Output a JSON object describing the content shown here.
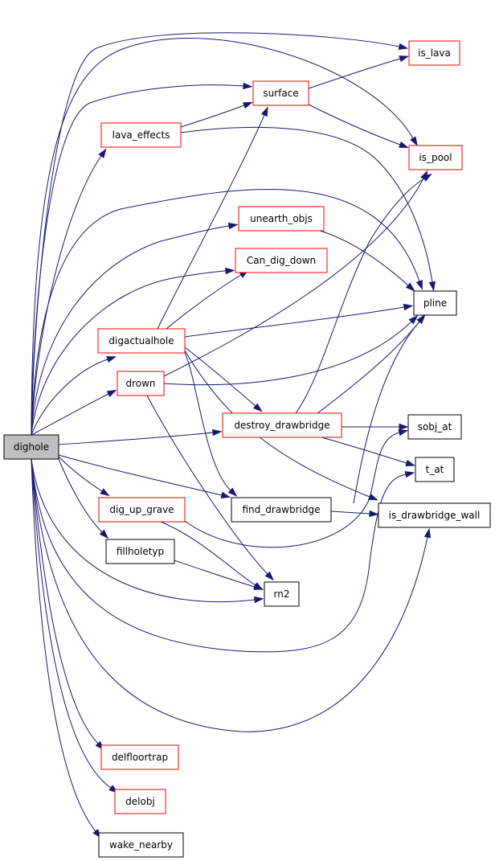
{
  "colors": {
    "edge": "#191970",
    "root_fill": "#bfbfbf",
    "root_border": "#000000",
    "red_border": "#ff0000",
    "black_border": "#000000",
    "node_fill": "#ffffff"
  },
  "nodes": [
    {
      "id": "dighole",
      "label": "dighole",
      "style": "root"
    },
    {
      "id": "is_lava",
      "label": "is_lava",
      "style": "red"
    },
    {
      "id": "surface",
      "label": "surface",
      "style": "red"
    },
    {
      "id": "lava_effects",
      "label": "lava_effects",
      "style": "red"
    },
    {
      "id": "is_pool",
      "label": "is_pool",
      "style": "red"
    },
    {
      "id": "unearth_objs",
      "label": "unearth_objs",
      "style": "red"
    },
    {
      "id": "Can_dig_down",
      "label": "Can_dig_down",
      "style": "red"
    },
    {
      "id": "pline",
      "label": "pline",
      "style": "black"
    },
    {
      "id": "digactualhole",
      "label": "digactualhole",
      "style": "red"
    },
    {
      "id": "drown",
      "label": "drown",
      "style": "red"
    },
    {
      "id": "destroy_drawbridge",
      "label": "destroy_drawbridge",
      "style": "red"
    },
    {
      "id": "sobj_at",
      "label": "sobj_at",
      "style": "black"
    },
    {
      "id": "t_at",
      "label": "t_at",
      "style": "black"
    },
    {
      "id": "dig_up_grave",
      "label": "dig_up_grave",
      "style": "red"
    },
    {
      "id": "find_drawbridge",
      "label": "find_drawbridge",
      "style": "black"
    },
    {
      "id": "is_drawbridge_wall",
      "label": "is_drawbridge_wall",
      "style": "black"
    },
    {
      "id": "fillholetyp",
      "label": "fillholetyp",
      "style": "black"
    },
    {
      "id": "rn2",
      "label": "rn2",
      "style": "black"
    },
    {
      "id": "delfloortrap",
      "label": "delfloortrap",
      "style": "red"
    },
    {
      "id": "delobj",
      "label": "delobj",
      "style": "red"
    },
    {
      "id": "wake_nearby",
      "label": "wake_nearby",
      "style": "black"
    }
  ],
  "edges": [
    {
      "from": "dighole",
      "to": "is_lava"
    },
    {
      "from": "dighole",
      "to": "surface"
    },
    {
      "from": "dighole",
      "to": "lava_effects"
    },
    {
      "from": "dighole",
      "to": "is_pool"
    },
    {
      "from": "dighole",
      "to": "pline"
    },
    {
      "from": "dighole",
      "to": "unearth_objs"
    },
    {
      "from": "dighole",
      "to": "Can_dig_down"
    },
    {
      "from": "dighole",
      "to": "digactualhole"
    },
    {
      "from": "dighole",
      "to": "drown"
    },
    {
      "from": "dighole",
      "to": "destroy_drawbridge"
    },
    {
      "from": "dighole",
      "to": "find_drawbridge"
    },
    {
      "from": "dighole",
      "to": "dig_up_grave"
    },
    {
      "from": "dighole",
      "to": "fillholetyp"
    },
    {
      "from": "dighole",
      "to": "rn2"
    },
    {
      "from": "dighole",
      "to": "t_at"
    },
    {
      "from": "dighole",
      "to": "is_drawbridge_wall"
    },
    {
      "from": "dighole",
      "to": "delfloortrap"
    },
    {
      "from": "dighole",
      "to": "delobj"
    },
    {
      "from": "dighole",
      "to": "wake_nearby"
    },
    {
      "from": "surface",
      "to": "is_lava"
    },
    {
      "from": "surface",
      "to": "is_pool"
    },
    {
      "from": "lava_effects",
      "to": "surface"
    },
    {
      "from": "lava_effects",
      "to": "pline"
    },
    {
      "from": "unearth_objs",
      "to": "pline"
    },
    {
      "from": "digactualhole",
      "to": "surface"
    },
    {
      "from": "digactualhole",
      "to": "Can_dig_down"
    },
    {
      "from": "digactualhole",
      "to": "pline"
    },
    {
      "from": "digactualhole",
      "to": "destroy_drawbridge"
    },
    {
      "from": "digactualhole",
      "to": "find_drawbridge"
    },
    {
      "from": "digactualhole",
      "to": "is_drawbridge_wall"
    },
    {
      "from": "drown",
      "to": "is_pool"
    },
    {
      "from": "drown",
      "to": "pline"
    },
    {
      "from": "drown",
      "to": "rn2"
    },
    {
      "from": "destroy_drawbridge",
      "to": "is_pool"
    },
    {
      "from": "destroy_drawbridge",
      "to": "pline"
    },
    {
      "from": "destroy_drawbridge",
      "to": "sobj_at"
    },
    {
      "from": "destroy_drawbridge",
      "to": "t_at"
    },
    {
      "from": "dig_up_grave",
      "to": "rn2"
    },
    {
      "from": "dig_up_grave",
      "to": "sobj_at"
    },
    {
      "from": "find_drawbridge",
      "to": "is_drawbridge_wall"
    },
    {
      "from": "fillholetyp",
      "to": "rn2"
    },
    {
      "from": "is_drawbridge_wall",
      "to": "pline"
    }
  ]
}
